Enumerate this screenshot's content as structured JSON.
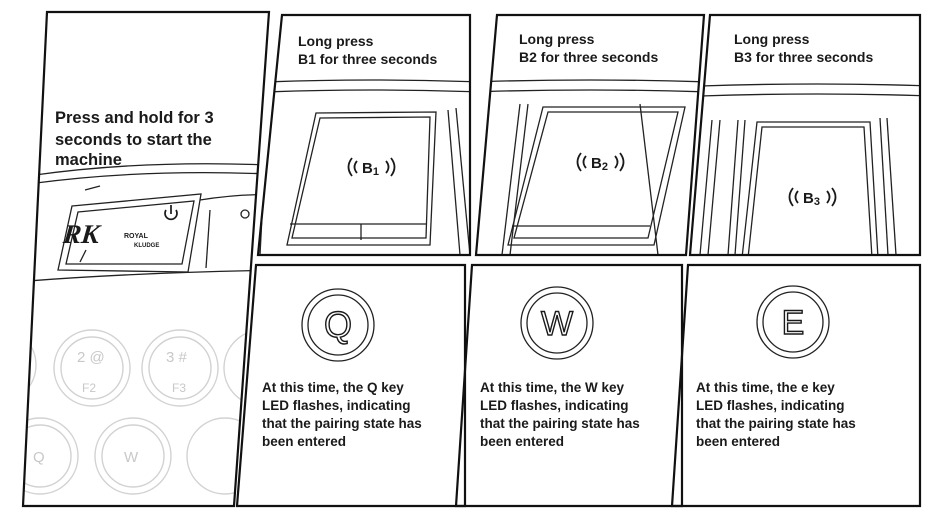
{
  "panels": {
    "power": {
      "instruction_lines": [
        "Press and hold for 3",
        "seconds to start the",
        "machine"
      ],
      "logo_mark": "RK",
      "logo_line1": "ROYAL",
      "logo_line2": "KLUDGE",
      "keycaps": [
        {
          "top": "2 @",
          "bottom": "F2"
        },
        {
          "top": "3 #",
          "bottom": "F3"
        },
        {
          "top": "",
          "bottom": "Q"
        },
        {
          "top": "",
          "bottom": "W"
        }
      ]
    },
    "press": [
      {
        "lines": [
          "Long press",
          "B1 for three seconds"
        ],
        "button_label": "B",
        "button_sub": "1"
      },
      {
        "lines": [
          "Long press",
          "B2 for three seconds"
        ],
        "button_label": "B",
        "button_sub": "2"
      },
      {
        "lines": [
          "Long press",
          "B3 for three seconds"
        ],
        "button_label": "B",
        "button_sub": "3"
      }
    ],
    "result": [
      {
        "key": "Q",
        "lines": [
          "At this time, the Q key",
          "LED flashes, indicating",
          "that the pairing state has",
          "been entered"
        ]
      },
      {
        "key": "W",
        "lines": [
          "At this time, the W key",
          "LED flashes, indicating",
          "that the pairing state has",
          "been entered"
        ]
      },
      {
        "key": "E",
        "lines": [
          "At this time, the e key",
          "LED flashes, indicating",
          "that the pairing state has",
          "been entered"
        ]
      }
    ]
  },
  "colors": {
    "line": "#1a1a1a",
    "faint": "#d2d2d2",
    "background": "#ffffff"
  },
  "icons": [
    "power-icon",
    "wave-left-icon",
    "wave-right-icon"
  ]
}
